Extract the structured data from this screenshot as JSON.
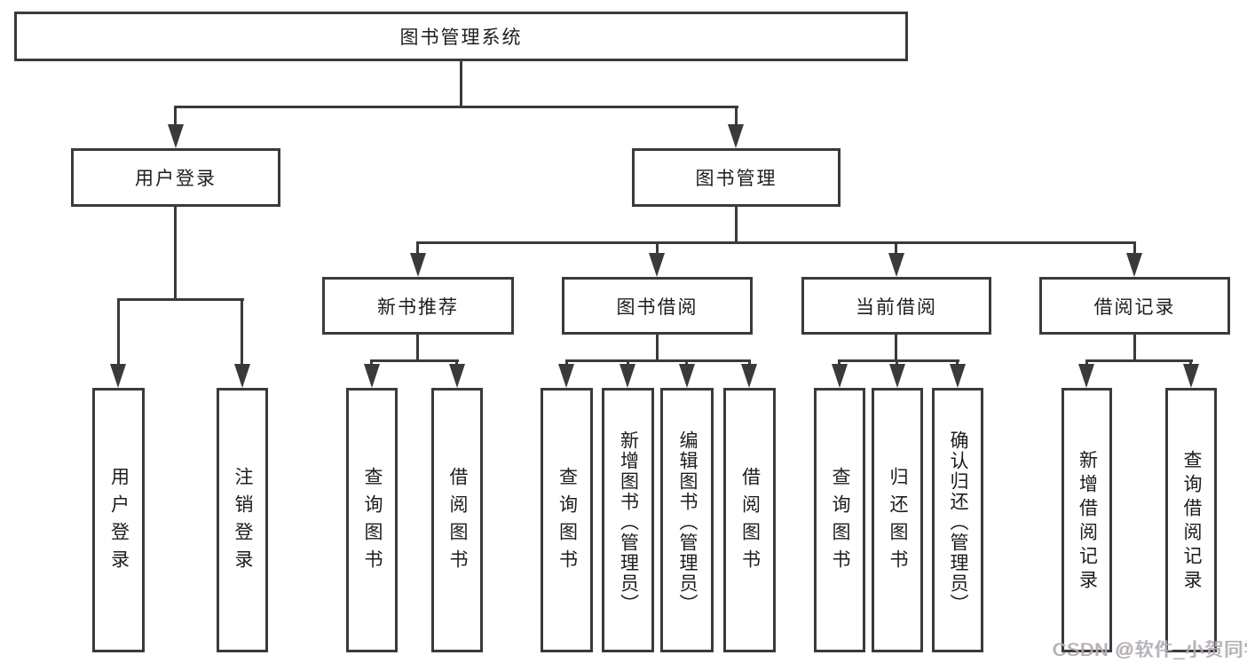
{
  "diagram": {
    "title": "图书管理系统",
    "root": {
      "label": "图书管理系统"
    },
    "branches": [
      {
        "label": "用户登录",
        "children": [
          {
            "label": "用户登录"
          },
          {
            "label": "注销登录"
          }
        ]
      },
      {
        "label": "图书管理",
        "children": [
          {
            "label": "新书推荐",
            "children": [
              {
                "label": "查询图书"
              },
              {
                "label": "借阅图书"
              }
            ]
          },
          {
            "label": "图书借阅",
            "children": [
              {
                "label": "查询图书"
              },
              {
                "label": "新增图书（管理员）"
              },
              {
                "label": "编辑图书（管理员）"
              },
              {
                "label": "借阅图书"
              }
            ]
          },
          {
            "label": "当前借阅",
            "children": [
              {
                "label": "查询图书"
              },
              {
                "label": "归还图书"
              },
              {
                "label": "确认归还（管理员）"
              }
            ]
          },
          {
            "label": "借阅记录",
            "children": [
              {
                "label": "新增借阅记录"
              },
              {
                "label": "查询借阅记录"
              }
            ]
          }
        ]
      }
    ]
  },
  "watermark": {
    "text": "CSDN @软件_小贺同学"
  },
  "colors": {
    "line": "#3a3a3a",
    "box_border": "#3a3a3a",
    "text": "#1d1d1f",
    "watermark": "#aeaeae",
    "background": "#ffffff"
  }
}
